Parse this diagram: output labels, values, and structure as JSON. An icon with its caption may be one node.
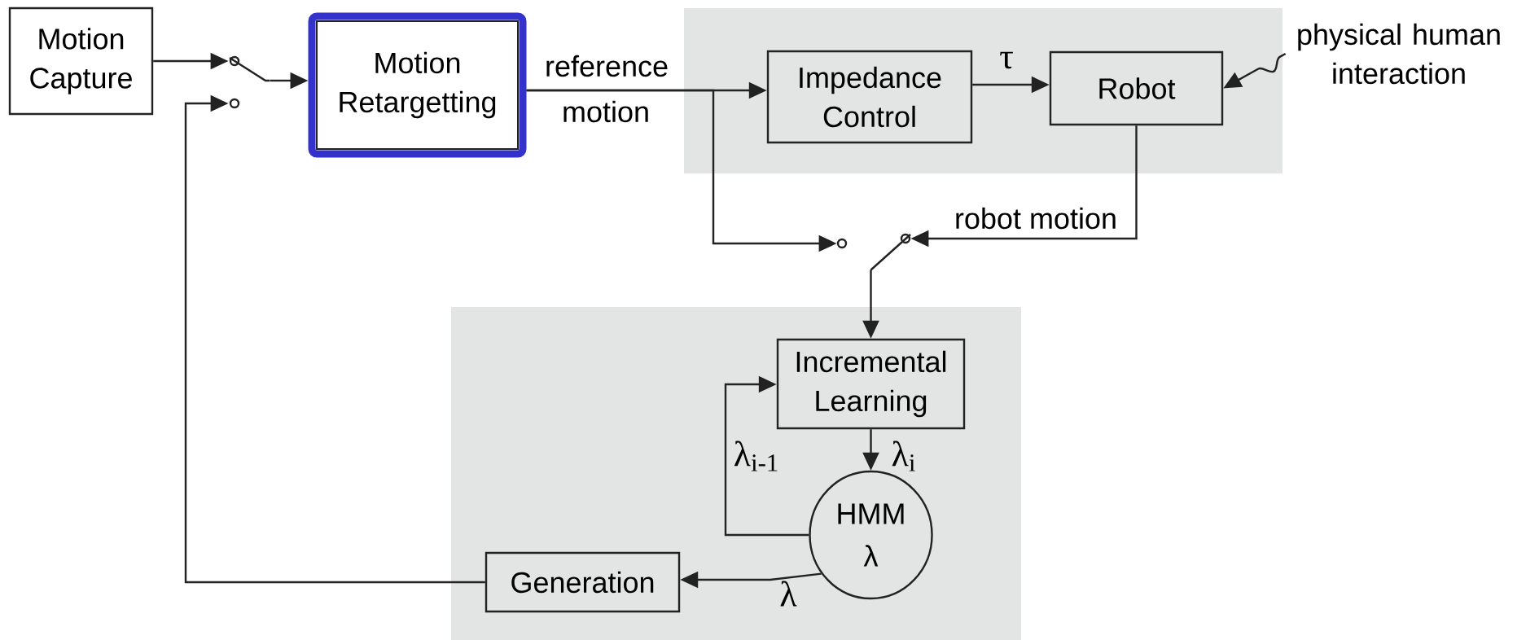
{
  "diagram": {
    "nodes": [
      {
        "text": [
          "Motion Capture"
        ]
      },
      {
        "text": [
          "Motion Retargetting"
        ]
      },
      {
        "text": [
          "Impedance Control"
        ]
      },
      {
        "text": [
          "Robot"
        ]
      },
      {
        "text": [
          "physical human interaction"
        ]
      },
      {
        "text": [
          "Incremental Learning"
        ]
      },
      {
        "text": [
          "HMM",
          "λ"
        ]
      },
      {
        "text": [
          "Generation"
        ]
      },
      {
        "text": [],
        "shape": "switch"
      },
      {
        "text": [],
        "shape": "switch"
      }
    ],
    "edges": [
      {
        "from": 0,
        "to": 8,
        "arrow": "to"
      },
      {
        "from": 7,
        "to": 8,
        "arrow": "to"
      },
      {
        "from": 8,
        "to": 1,
        "arrow": "to"
      },
      {
        "from": 1,
        "to": 2,
        "arrow": "to",
        "label": "reference motion"
      },
      {
        "from": 2,
        "to": 3,
        "arrow": "to",
        "label": "τ"
      },
      {
        "from": 4,
        "to": 3,
        "arrow": "to"
      },
      {
        "from": 1,
        "to": 9,
        "arrow": "to"
      },
      {
        "from": 3,
        "to": 9,
        "arrow": "to",
        "label": "robot motion"
      },
      {
        "from": 9,
        "to": 5,
        "arrow": "to"
      },
      {
        "from": 5,
        "to": 6,
        "arrow": "to",
        "label": "λ$_{i}$"
      },
      {
        "from": 6,
        "to": 5,
        "arrow": "to",
        "label": "λ$_{i-1}$"
      },
      {
        "from": 6,
        "to": 7,
        "arrow": "to",
        "label": "λ"
      }
    ]
  }
}
